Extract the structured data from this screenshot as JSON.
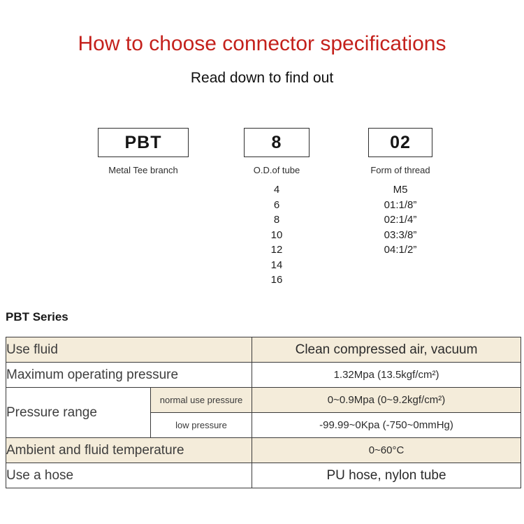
{
  "page": {
    "title": "How to choose connector specifications",
    "subtitle": "Read down to find out"
  },
  "model_code": {
    "segments": [
      {
        "code": "PBT",
        "label": "Metal Tee branch",
        "options": []
      },
      {
        "code": "8",
        "label": "O.D.of tube",
        "options": [
          "4",
          "6",
          "8",
          "10",
          "12",
          "14",
          "16"
        ]
      },
      {
        "code": "02",
        "label": "Form of thread",
        "options": [
          "M5",
          "01:1/8”",
          "02:1/4”",
          "03:3/8”",
          "04:1/2”"
        ]
      }
    ]
  },
  "spec": {
    "heading": "PBT Series",
    "rows": {
      "use_fluid": {
        "label": "Use fluid",
        "value": "Clean compressed air, vacuum"
      },
      "max_pressure": {
        "label": "Maximum operating pressure",
        "value": "1.32Mpa (13.5kgf/cm²)"
      },
      "pressure_range": {
        "label": "Pressure range",
        "normal": {
          "label": "normal use pressure",
          "value": "0~0.9Mpa (0~9.2kgf/cm²)"
        },
        "low": {
          "label": "low pressure",
          "value": "-99.99~0Kpa (-750~0mmHg)"
        }
      },
      "temperature": {
        "label": "Ambient and fluid temperature",
        "value": "0~60°C"
      },
      "hose": {
        "label": "Use a hose",
        "value": "PU hose, nylon tube"
      }
    }
  },
  "colors": {
    "title_red": "#c4211c",
    "row_highlight_beige": "#f4ecda",
    "table_border": "#3a3a3a"
  }
}
